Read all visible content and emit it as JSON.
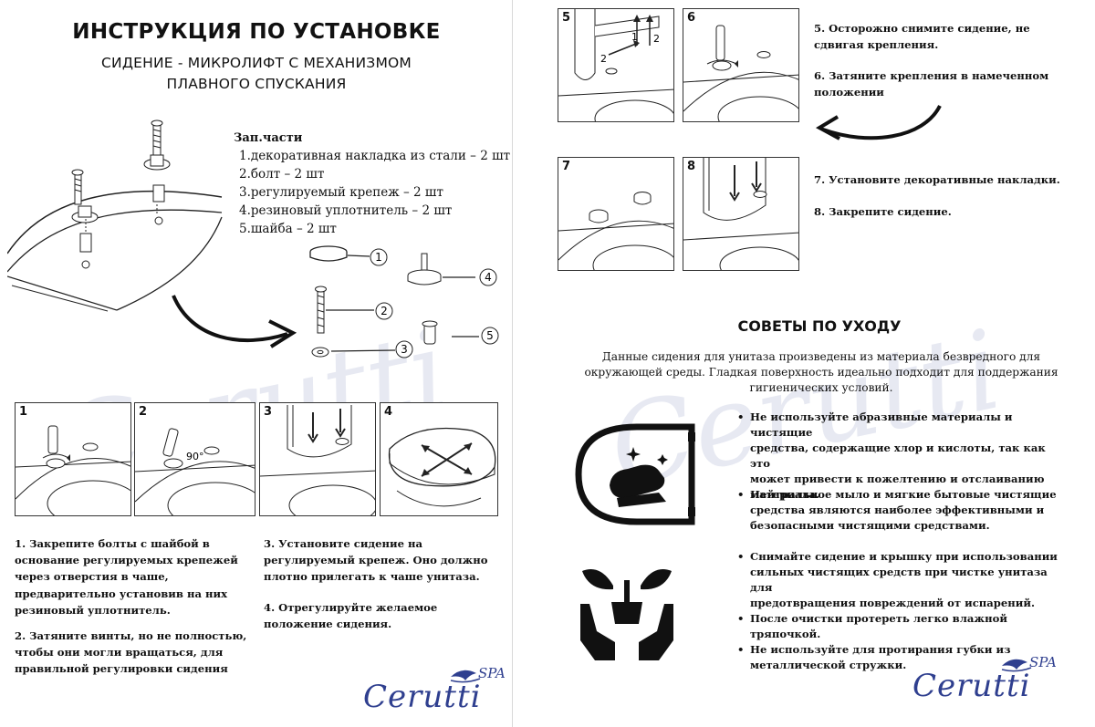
{
  "left": {
    "title": "ИНСТРУКЦИЯ ПО УСТАНОВКЕ",
    "subtitle_line1": "СИДЕНИЕ - МИКРОЛИФТ С МЕХАНИЗМОМ",
    "subtitle_line2": "ПЛАВНОГО СПУСКАНИЯ",
    "parts_heading": "Зап.части",
    "parts": [
      "1.декоративная накладка из стали – 2 шт",
      "2.болт – 2 шт",
      "3.регулируемый крепеж – 2 шт",
      "4.резиновый уплотнитель – 2 шт",
      "5.шайба – 2 шт"
    ],
    "callouts": [
      "1",
      "2",
      "3",
      "4",
      "5"
    ],
    "steps": [
      {
        "number": "1"
      },
      {
        "number": "2",
        "angle_label": "90°"
      },
      {
        "number": "3"
      },
      {
        "number": "4"
      }
    ],
    "instructions": {
      "i1_line1": "1.   Закрепите болты с шайбой в",
      "i1_line2": "основание регулируемых крепежей",
      "i1_line3": "через отверстия в чаше,",
      "i1_line4": "предварительно установив на них",
      "i1_line5": "резиновый уплотнитель.",
      "i2_line1": "2.   Затяните винты, но не полностью,",
      "i2_line2": "чтобы они могли вращаться, для",
      "i2_line3": "правильной регулировки сидения",
      "i3_line1": "3. Установите сидение на",
      "i3_line2": "регулируемый крепеж. Оно должно",
      "i3_line3": "плотно прилегать к чаше унитаза.",
      "i4_line1": "4. Отрегулируйте желаемое",
      "i4_line2": "положение сидения."
    },
    "brand": "Cerutti",
    "brand_suffix": "SPA"
  },
  "right": {
    "steps": [
      {
        "number": "5",
        "arrow_labels": [
          "2",
          "1",
          "2"
        ]
      },
      {
        "number": "6"
      },
      {
        "number": "7"
      },
      {
        "number": "8"
      }
    ],
    "step_text": {
      "s5_line1": "5. Осторожно снимите сидение, не",
      "s5_line2": "сдвигая крепления.",
      "s6_line1": "6. Затяните крепления в намеченном",
      "s6_line2": "положении",
      "s7": "7. Установите декоративные накладки.",
      "s8": "8. Закрепите сидение."
    },
    "care_title": "СОВЕТЫ ПО УХОДУ",
    "care_intro_line1": "Данные сидения для унитаза произведены из материала безвредного для",
    "care_intro_line2": "окружающей среды. Гладкая поверхность идеально подходит для поддержания",
    "care_intro_line3": "гигиенических условий.",
    "tips": [
      {
        "l1": "Не используйте абразивные материалы и чистящие",
        "l2": "средства, содержащие хлор и кислоты, так как это",
        "l3": "может привести к пожелтению и отслаиванию",
        "l4": "материала."
      },
      {
        "l1": "Нейтральное мыло и мягкие бытовые чистящие",
        "l2": "средства являются наиболее эффективными и",
        "l3": "безопасными чистящими средствами."
      },
      {
        "l1": "Снимайте сидение и крышку при использовании",
        "l2": "сильных чистящих средств при чистке унитаза для",
        "l3": "предотвращения повреждений от испарений."
      },
      {
        "l1": "После очистки протереть легко влажной тряпочкой."
      },
      {
        "l1": "Не используйте для протирания губки из",
        "l2": "металлической стружки."
      }
    ],
    "brand": "Cerutti",
    "brand_suffix": "SPA"
  },
  "colors": {
    "brand": "#2f3f8f",
    "watermark": "#e7e9f2",
    "ink": "#111111"
  }
}
